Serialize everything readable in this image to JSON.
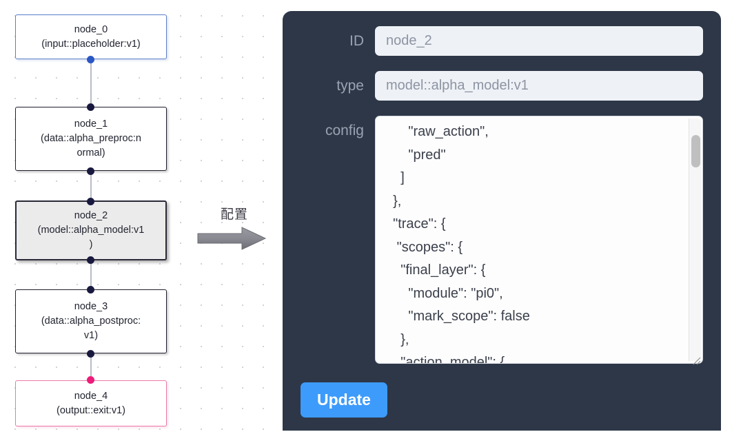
{
  "canvas": {
    "grid_dot_color": "#cfd3da",
    "background": "#ffffff"
  },
  "flow": {
    "nodes": [
      {
        "id": "node_0",
        "label": "node_0\n(input::placeholder:v1)",
        "type": "input::placeholder:v1",
        "style": "blue",
        "selected": false
      },
      {
        "id": "node_1",
        "label": "node_1\n(data::alpha_preproc:n\normal)",
        "type": "data::alpha_preproc:normal",
        "style": "default",
        "selected": false
      },
      {
        "id": "node_2",
        "label": "node_2\n(model::alpha_model:v1\n)",
        "type": "model::alpha_model:v1",
        "style": "default",
        "selected": true
      },
      {
        "id": "node_3",
        "label": "node_3\n(data::alpha_postproc:\nv1)",
        "type": "data::alpha_postproc:v1",
        "style": "default",
        "selected": false
      },
      {
        "id": "node_4",
        "label": "node_4\n(output::exit:v1)",
        "type": "output::exit:v1",
        "style": "pink",
        "selected": false
      }
    ],
    "edge_color": "#b9bcc2",
    "port_color": "#19193f",
    "port_color_blue": "#2b57c4",
    "port_color_pink": "#ee1b79"
  },
  "transition": {
    "caption": "配置",
    "arrow_color": "#7b7b83"
  },
  "panel": {
    "background": "#2d3748",
    "fields": [
      {
        "label": "ID",
        "value": "node_2",
        "placeholder": "node_2"
      },
      {
        "label": "type",
        "value": "model::alpha_model:v1",
        "placeholder": "model::alpha_model:v1"
      }
    ],
    "config": {
      "label": "config",
      "value": "      \"raw_action\",\n      \"pred\"\n    ]\n  },\n  \"trace\": {\n   \"scopes\": {\n    \"final_layer\": {\n      \"module\": \"pi0\",\n      \"mark_scope\": false\n    },\n    \"action_model\": {"
    },
    "update_label": "Update",
    "accent": "#3d9bfb"
  }
}
